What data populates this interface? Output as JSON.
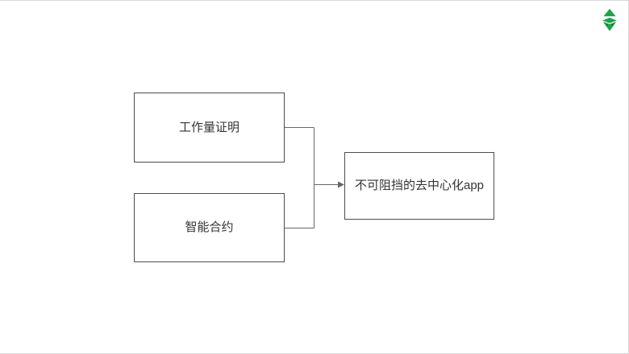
{
  "canvas": {
    "background": "#ffffff",
    "border_color": "#d9d9d9"
  },
  "logo": {
    "name": "ethereum-classic-logo",
    "color": "#1fa24a",
    "dot_color": "#0b3d1e"
  },
  "diagram": {
    "nodes": [
      {
        "id": "pow",
        "label": "工作量证明"
      },
      {
        "id": "smart-contract",
        "label": "智能合约"
      },
      {
        "id": "dapp",
        "label": "不可阻挡的去中心化app"
      }
    ],
    "edges": [
      {
        "from": "pow",
        "to": "dapp",
        "style": "orthogonal-arrow"
      },
      {
        "from": "smart-contract",
        "to": "dapp",
        "style": "orthogonal-arrow"
      }
    ],
    "line_color": "#666666",
    "node_border_color": "#4d4d4d",
    "text_color": "#333333"
  }
}
